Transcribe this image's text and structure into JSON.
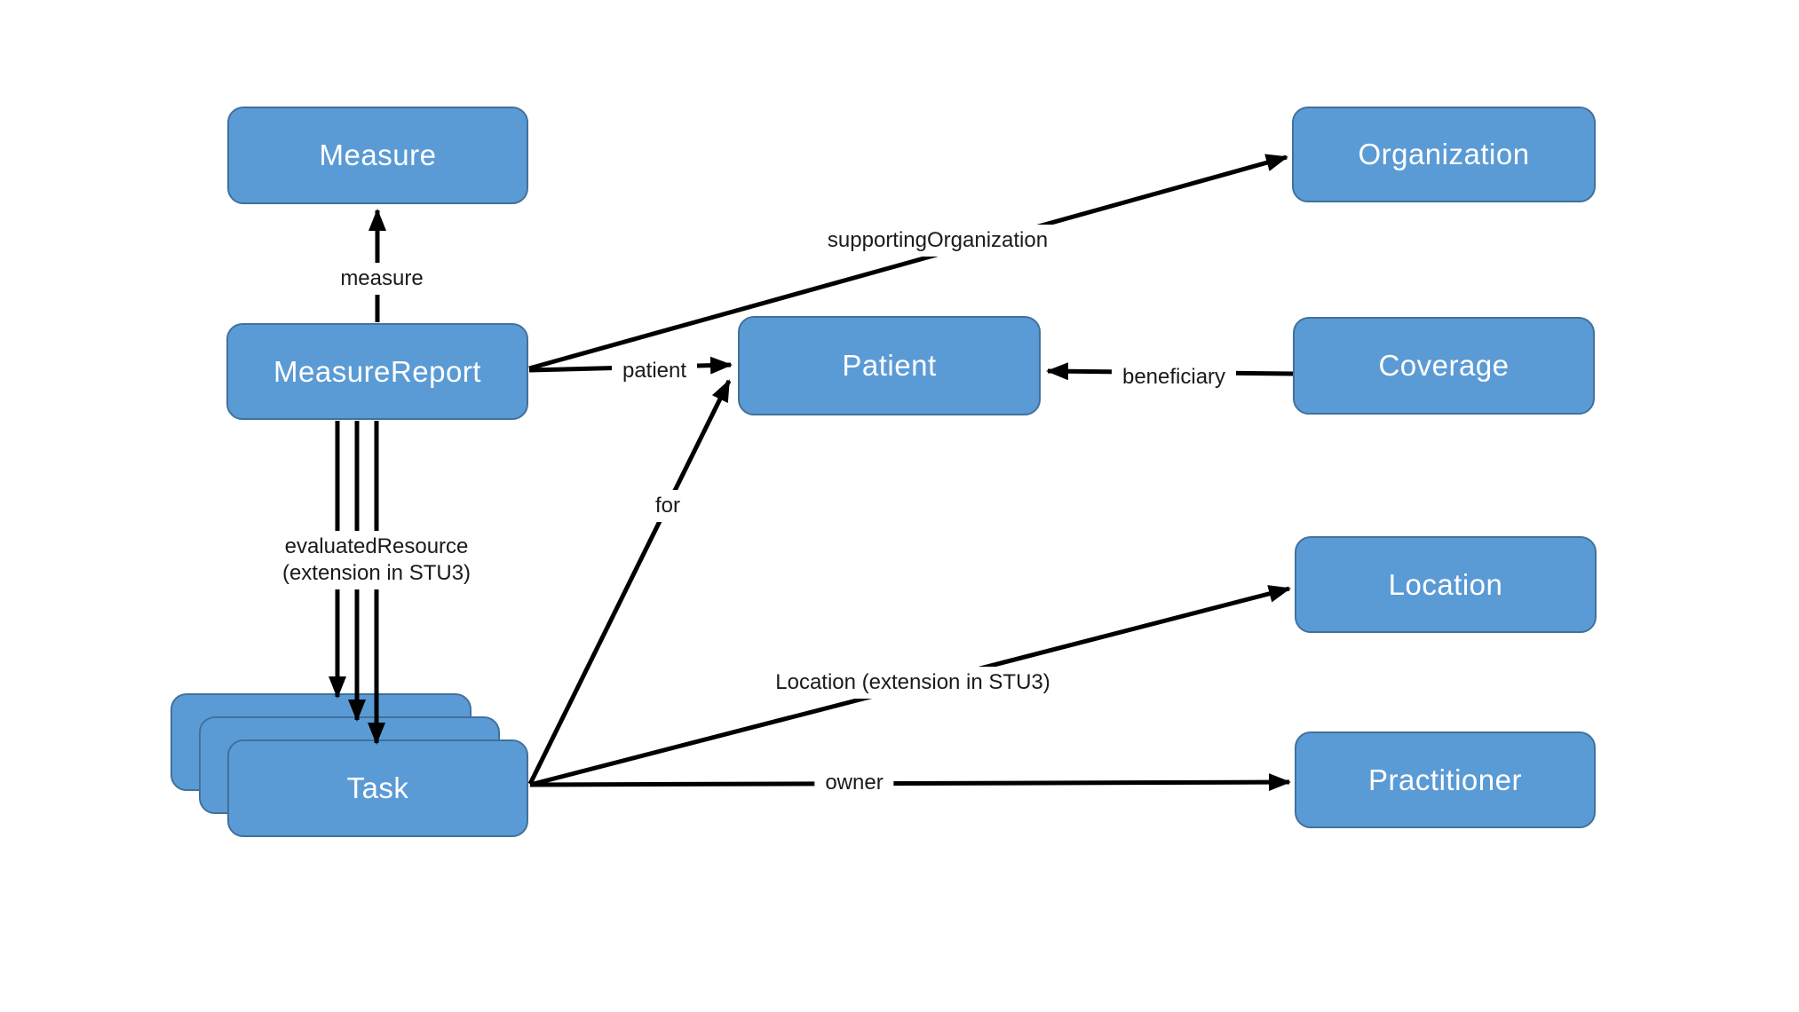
{
  "diagram": {
    "colors": {
      "node_fill": "#5B9BD5",
      "node_border": "#41719C",
      "node_text": "#FFFFFF",
      "arrow": "#000000",
      "edge_label_text": "#1A1A1A",
      "background": "#FFFFFF"
    },
    "nodes": {
      "measure": {
        "label": "Measure"
      },
      "measure_report": {
        "label": "MeasureReport"
      },
      "patient": {
        "label": "Patient"
      },
      "organization": {
        "label": "Organization"
      },
      "coverage": {
        "label": "Coverage"
      },
      "location": {
        "label": "Location"
      },
      "practitioner": {
        "label": "Practitioner"
      },
      "task": {
        "label": "Task"
      }
    },
    "edges": {
      "measure": {
        "label": "measure",
        "from": "MeasureReport",
        "to": "Measure"
      },
      "supporting_organization": {
        "label": "supportingOrganization",
        "from": "MeasureReport",
        "to": "Organization"
      },
      "patient": {
        "label": "patient",
        "from": "MeasureReport",
        "to": "Patient"
      },
      "beneficiary": {
        "label": "beneficiary",
        "from": "Coverage",
        "to": "Patient"
      },
      "evaluated_resource": {
        "label_lines": [
          "evaluatedResource",
          "(extension in STU3)"
        ],
        "from": "MeasureReport",
        "to": "Task"
      },
      "for": {
        "label": "for",
        "from": "Task",
        "to": "Patient"
      },
      "location_extension": {
        "label": "Location (extension in STU3)",
        "from": "Task",
        "to": "Location"
      },
      "owner": {
        "label": "owner",
        "from": "Task",
        "to": "Practitioner"
      }
    }
  }
}
